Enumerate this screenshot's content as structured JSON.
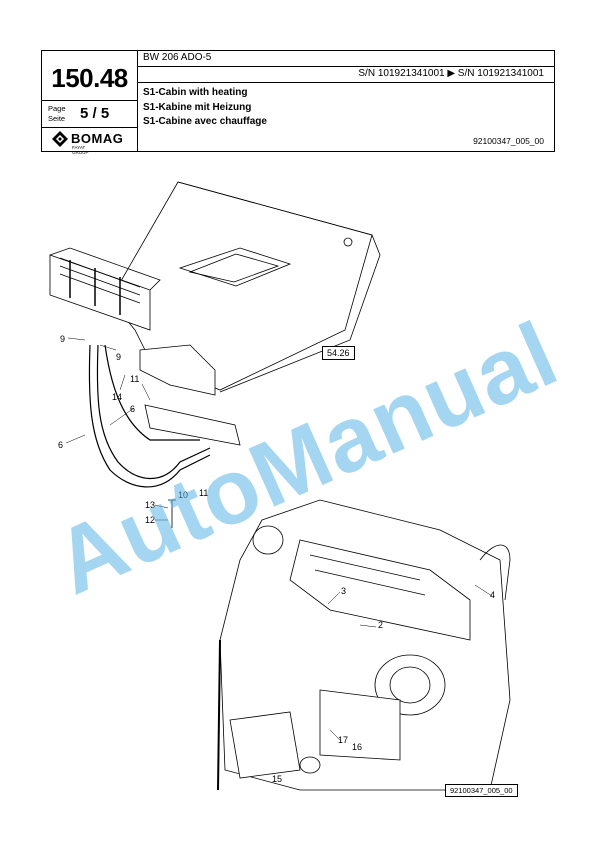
{
  "header": {
    "model": "BW 206 ADO-5",
    "serial_range": "S/N 101921341001  ▶  S/N 101921341001",
    "title_en": "S1-Cabin with heating",
    "title_de": "S1-Kabine mit Heizung",
    "title_fr": "S1-Cabine avec chauffage",
    "doc_number": "92100347_005_00",
    "page_number": "150.48",
    "page_label": "Page",
    "seite_label": "Seite",
    "page_of": "5  /  5",
    "logo_text": "BOMAG",
    "logo_sub": "FAYAT GROUP"
  },
  "diagram": {
    "ref_box": "54.26",
    "figure_id": "92100347_005_00",
    "callouts_top": [
      "9",
      "9",
      "14",
      "11",
      "6",
      "6",
      "13",
      "10",
      "11",
      "12"
    ],
    "callouts_bottom": [
      "3",
      "2",
      "4",
      "17",
      "16",
      "15"
    ]
  },
  "watermark": "AutoManual"
}
